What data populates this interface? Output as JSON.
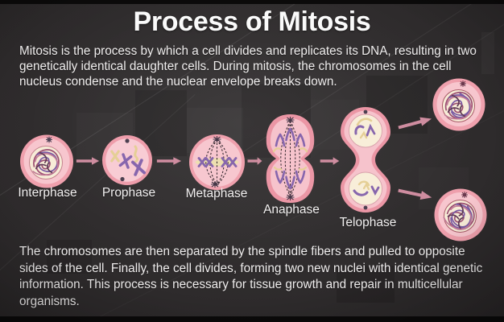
{
  "title": "Process of Mitosis",
  "intro_text": "Mitosis is the process by which a cell divides and replicates its DNA, resulting in two\ngenetically identical daughter cells. During mitosis, the chromosomes in the cell\nnucleus condense and the nuclear envelope breaks down.",
  "conclusion_text": "The chromosomes are then separated by the spindle fibers and pulled to opposite\nsides of the cell. Finally, the cell divides, forming two new nuclei with identical genetic\ninformation. This process is necessary for tissue growth and repair in multicellular\norganisms.",
  "stages": [
    {
      "label": "Interphase"
    },
    {
      "label": "Prophase"
    },
    {
      "label": "Metaphase"
    },
    {
      "label": "Anaphase"
    },
    {
      "label": "Telophase"
    }
  ],
  "daughter_cell_count": 2,
  "colors": {
    "background": "#2c292a",
    "cell_membrane": "#eb96a5",
    "cell_cytoplasm": "#f6c3cc",
    "nucleus": "#f7ecd7",
    "chromosome_purple": "#8766ad",
    "chromosome_yellow": "#e5cf96",
    "chromatin_maroon": "#9b4f72",
    "spindle_fiber": "#3a2c33",
    "arrow": "#cf8da0",
    "text": "#f0eeee"
  }
}
